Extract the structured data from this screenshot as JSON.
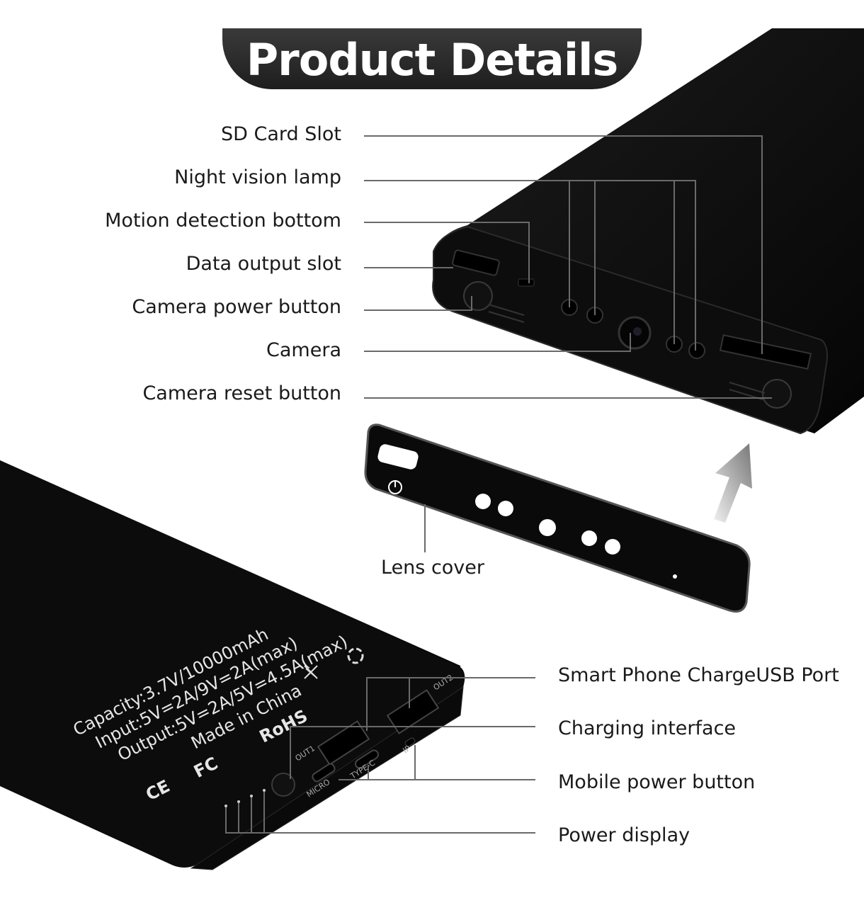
{
  "title": "Product Details",
  "top_labels": [
    "SD Card Slot",
    "Night vision lamp",
    "Motion detection bottom",
    "Data output slot",
    "Camera power button",
    "Camera",
    "Camera reset button"
  ],
  "lens_cover_label": "Lens cover",
  "bottom_labels": [
    "Smart Phone ChargeUSB Port",
    "Charging interface",
    "Mobile power button",
    "Power display"
  ],
  "device_print": {
    "capacity": "Capacity:3.7V/10000mAh",
    "input": "Input:5V=2A/9V=2A(max)",
    "output": "Output:5V=2A/5V=4.5A(max)",
    "made_in": "Made in China",
    "rohs": "RoHS",
    "ce": "CE",
    "fc": "FC"
  },
  "port_labels": {
    "out1": "OUT1",
    "out2": "OUT2",
    "micro": "MICRO",
    "type_c": "TYPE-C",
    "ip": "IP"
  },
  "colors": {
    "banner": "#2a2a2a",
    "device": "#0b0b0b",
    "leader": "#6a6a6a"
  }
}
